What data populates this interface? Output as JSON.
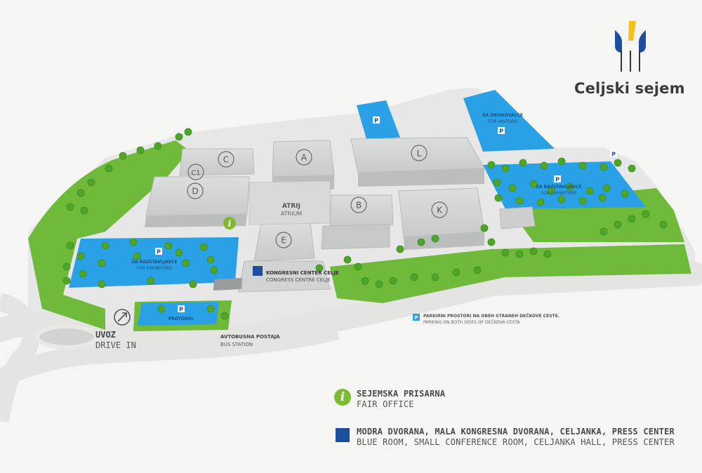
{
  "logo": {
    "name": "Celjski sejem",
    "colors": {
      "blue": "#1d4e9e",
      "yellow": "#f3c21a"
    }
  },
  "colors": {
    "grass": "#6fba3a",
    "parking": "#2aa0e6",
    "road": "#e2e2e0",
    "building": "#cfd0d0",
    "accent_blue": "#1d4e9e",
    "info_green": "#7dbb2e"
  },
  "halls": [
    {
      "id": "hall-a",
      "label": "A"
    },
    {
      "id": "hall-b",
      "label": "B"
    },
    {
      "id": "hall-c",
      "label": "C"
    },
    {
      "id": "hall-c1",
      "label": "C1"
    },
    {
      "id": "hall-d",
      "label": "D"
    },
    {
      "id": "hall-e",
      "label": "E"
    },
    {
      "id": "hall-k",
      "label": "K"
    },
    {
      "id": "hall-l",
      "label": "L"
    }
  ],
  "atrium": {
    "line1": "ATRIJ",
    "line2": "ATRIUM"
  },
  "parking": {
    "marker": "P",
    "visitors": {
      "line1": "ZA OBISKOVALCE",
      "line2": "FOR VISITORS"
    },
    "exhibitors_right": {
      "line1": "ZA RAZSTAVLJAVCE",
      "line2": "FOR EXHIBITORS"
    },
    "exhibitors_left": {
      "line1": "ZA RAZSTAVLJAVCE",
      "line2": "FOR EXHIBITORS"
    },
    "protocol": "PROTOKOL",
    "street_note": {
      "line1": "PARKIRNI PROSTORI NA OBEH STRANEH DEČKOVE CESTE.",
      "line2": "PARKING ON BOTH SIDES OF DEČKOVA CESTA"
    }
  },
  "congress_centre": {
    "line1": "KONGRESNI CENTER CELJE",
    "line2": "CONGRESS CENTRE CELJE"
  },
  "entrance": {
    "line1": "UVOZ",
    "line2": "DRIVE IN"
  },
  "bus_station": {
    "line1": "AVTOBUSNA POSTAJA",
    "line2": "BUS STATION"
  },
  "legend": [
    {
      "icon": "info-icon",
      "symbol": "i",
      "line1": "SEJEMSKA PRISARNA",
      "line2": "FAIR OFFICE"
    },
    {
      "icon": "blue-square-icon",
      "line1": "MODRA DVORANA, MALA KONGRESNA DVORANA, CELJANKA, PRESS CENTER",
      "line2": "BLUE ROOM, SMALL CONFERENCE ROOM, CELJANKA HALL, PRESS CENTER"
    }
  ]
}
